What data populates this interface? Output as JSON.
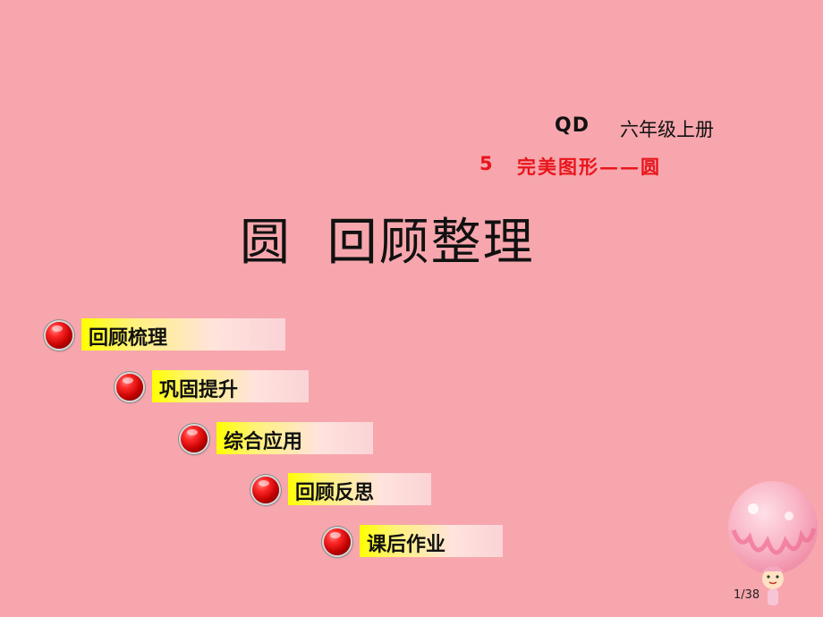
{
  "header": {
    "edition": "QD",
    "grade": "六年级上册",
    "unit_number": "5",
    "unit_title": "完美图形——圆"
  },
  "title": "圆  回顾整理",
  "menu": [
    {
      "label": "回顾梳理"
    },
    {
      "label": "巩固提升"
    },
    {
      "label": "综合应用"
    },
    {
      "label": "回顾反思"
    },
    {
      "label": "课后作业"
    }
  ],
  "page_indicator": "1/38",
  "colors": {
    "background": "#f7a6ad",
    "accent_red": "#e8151b",
    "bar_yellow": "#ffff00"
  },
  "icons": {
    "bullet": "red-orb-icon",
    "mascot": "ice-cream-mascot-icon"
  }
}
